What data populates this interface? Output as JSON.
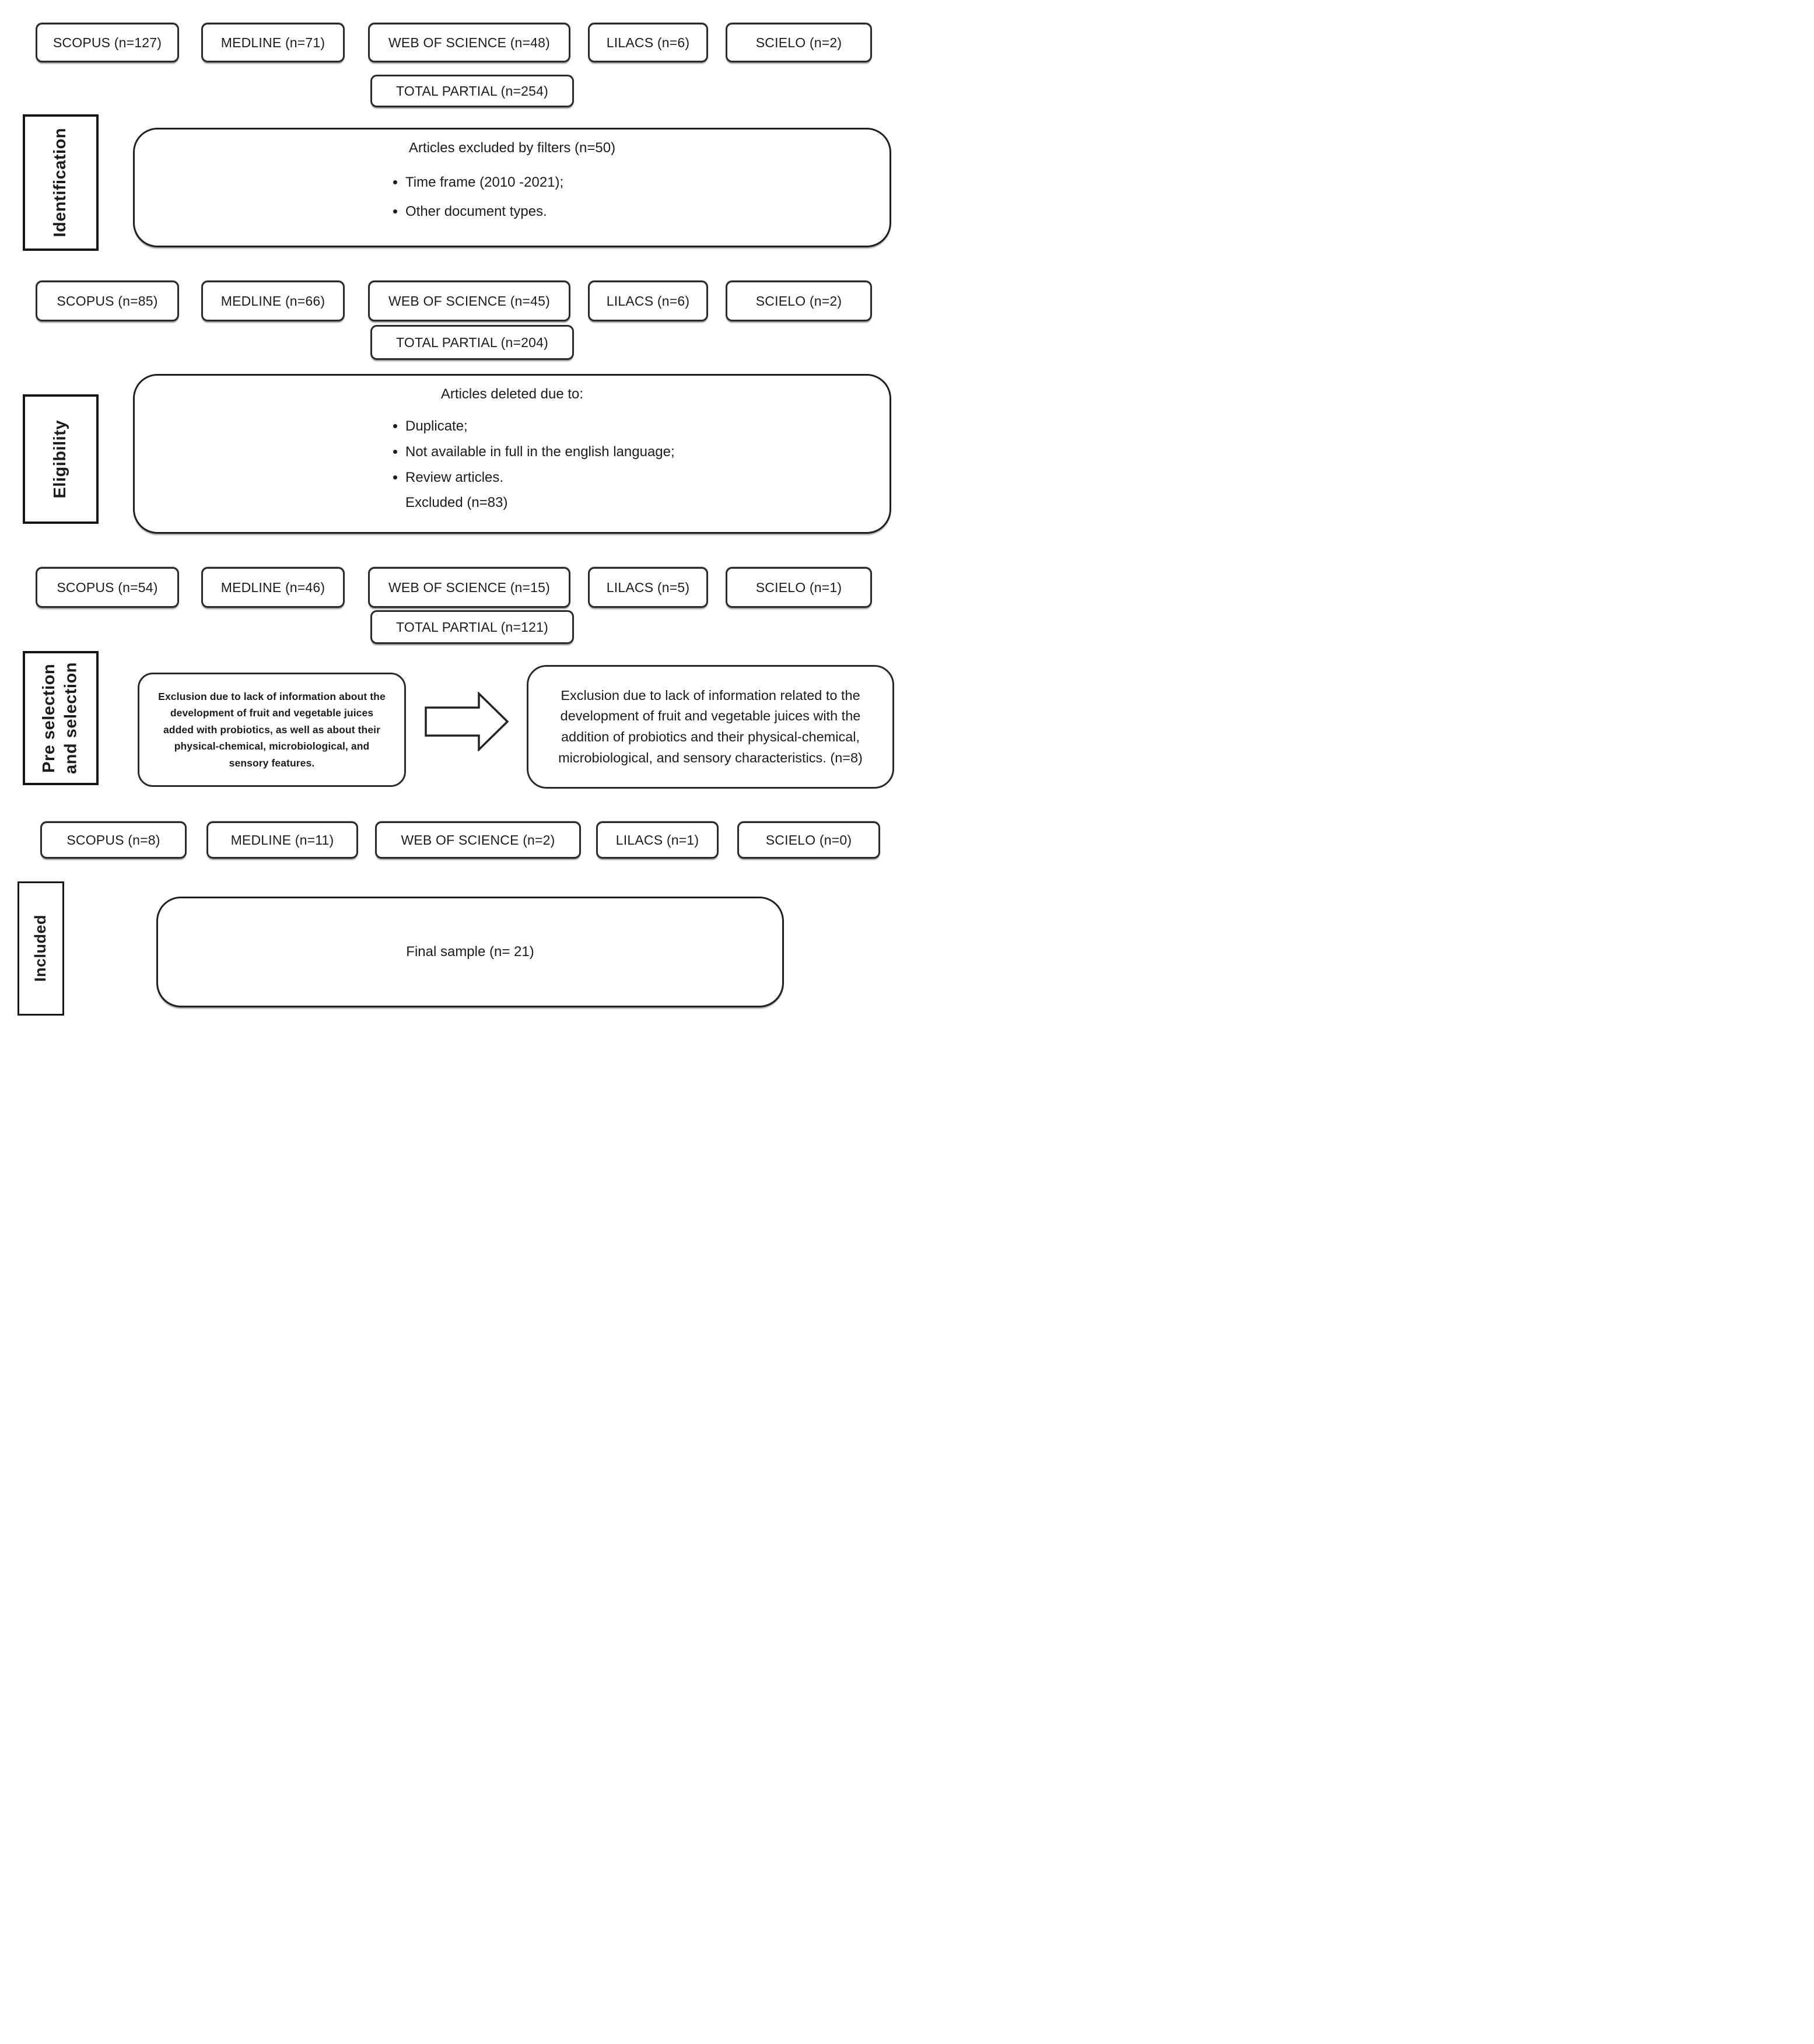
{
  "figure": {
    "background": "#ffffff",
    "line_color": "#222222",
    "type": "prisma-flow-diagram"
  },
  "icons": {
    "flow_arrow": "right-block-arrow"
  },
  "stages": {
    "identification": "Identification",
    "eligibility": "Eligibility",
    "preselection_line1": "Pre selection",
    "preselection_line2": "and selection",
    "included": "Included"
  },
  "db_rows": [
    {
      "scopus": "SCOPUS (n=127)",
      "medline": "MEDLINE (n=71)",
      "wos": "WEB OF SCIENCE (n=48)",
      "lilacs": "LILACS (n=6)",
      "scielo": "SCIELO  (n=2)",
      "total": "TOTAL PARTIAL (n=254)"
    },
    {
      "scopus": "SCOPUS (n=85)",
      "medline": "MEDLINE (n=66)",
      "wos": "WEB OF SCIENCE (n=45)",
      "lilacs": "LILACS (n=6)",
      "scielo": "SCIELO  (n=2)",
      "total": "TOTAL PARTIAL (n=204)"
    },
    {
      "scopus": "SCOPUS (n=54)",
      "medline": "MEDLINE (n=46)",
      "wos": "WEB OF SCIENCE (n=15)",
      "lilacs": "LILACS (n=5)",
      "scielo": "SCIELO  (n=1)",
      "total": "TOTAL PARTIAL (n=121)"
    },
    {
      "scopus": "SCOPUS (n=8)",
      "medline": "MEDLINE (n=11)",
      "wos": "WEB OF SCIENCE (n=2)",
      "lilacs": "LILACS (n=1)",
      "scielo": "SCIELO  (n=0)"
    }
  ],
  "identification_note": {
    "title": "Articles excluded by filters (n=50)",
    "bullets": [
      "Time frame (2010 -2021);",
      "Other document types."
    ]
  },
  "eligibility_note": {
    "title": "Articles deleted due to:",
    "bullets": [
      "Duplicate;",
      "Not available in full in the english language;",
      "Review articles."
    ],
    "footnote": "Excluded (n=83)"
  },
  "preselection_notes": {
    "left": "Exclusion due to lack of information about the development of fruit and vegetable juices added with probiotics, as well as about their physical-chemical, microbiological, and sensory features.",
    "right": "Exclusion due to lack of information related to the development of fruit and vegetable juices with the addition of probiotics and their physical-chemical, microbiological, and sensory characteristics. (n=8)"
  },
  "final_box": "Final sample (n= 21)"
}
